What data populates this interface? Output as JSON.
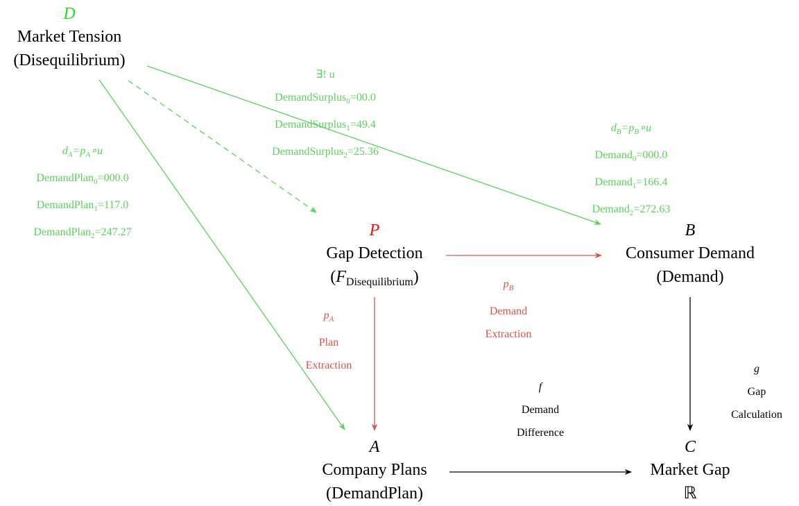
{
  "colors": {
    "green_edge": "#5bd15b",
    "red_edge": "#d9534f",
    "black_edge": "#000000",
    "node_D_symbol": "#22dd22",
    "node_P_symbol": "#ee1111"
  },
  "nodes": {
    "D": {
      "symbol": "D",
      "title": "Market Tension",
      "subtitle": "(Disequilibrium)"
    },
    "P": {
      "symbol": "P",
      "title": "Gap Detection",
      "subtitle_open": "(",
      "subtitle_main": "F",
      "subtitle_sub": "Disequilibrium",
      "subtitle_close": ")"
    },
    "B": {
      "symbol": "B",
      "title": "Consumer Demand",
      "subtitle": "(Demand)"
    },
    "A": {
      "symbol": "A",
      "title": "Company Plans",
      "subtitle": "(DemandPlan)"
    },
    "C": {
      "symbol": "C",
      "title": "Market Gap",
      "subtitle": "ℝ"
    }
  },
  "edges": {
    "u": {
      "from": "D",
      "to": "P",
      "style": "dashed",
      "color": "green",
      "label": {
        "symbol": "∃! u",
        "lines": [
          {
            "name": "DemandSurplus",
            "index": "0",
            "value": "=00.0"
          },
          {
            "name": "DemandSurplus",
            "index": "1",
            "value": "=49.4"
          },
          {
            "name": "DemandSurplus",
            "index": "2",
            "value": "=25.36"
          }
        ]
      }
    },
    "dA": {
      "from": "D",
      "to": "A",
      "style": "solid",
      "color": "green",
      "label": {
        "symbol_main": "d",
        "symbol_sub": "A",
        "symbol_rest": "=p",
        "symbol_sub2": "A",
        "symbol_tail": "∘u",
        "lines": [
          {
            "name": "DemandPlan",
            "index": "0",
            "value": "=000.0"
          },
          {
            "name": "DemandPlan",
            "index": "1",
            "value": "=117.0"
          },
          {
            "name": "DemandPlan",
            "index": "2",
            "value": "=247.27"
          }
        ]
      }
    },
    "dB": {
      "from": "D",
      "to": "B",
      "style": "solid",
      "color": "green",
      "label": {
        "symbol_main": "d",
        "symbol_sub": "B",
        "symbol_rest": "=p",
        "symbol_sub2": "B",
        "symbol_tail": "∘u",
        "lines": [
          {
            "name": "Demand",
            "index": "0",
            "value": "=000.0"
          },
          {
            "name": "Demand",
            "index": "1",
            "value": "=166.4"
          },
          {
            "name": "Demand",
            "index": "2",
            "value": "=272.63"
          }
        ]
      }
    },
    "pA": {
      "from": "P",
      "to": "A",
      "style": "solid",
      "color": "red",
      "label": {
        "symbol_main": "p",
        "symbol_sub": "A",
        "lines": [
          "Plan",
          "Extraction"
        ]
      }
    },
    "pB": {
      "from": "P",
      "to": "B",
      "style": "solid",
      "color": "red",
      "label": {
        "symbol_main": "p",
        "symbol_sub": "B",
        "lines": [
          "Demand",
          "Extraction"
        ]
      }
    },
    "f": {
      "from": "A",
      "to": "C",
      "style": "solid",
      "color": "black",
      "label": {
        "symbol": "f",
        "lines": [
          "Demand",
          "Difference"
        ]
      }
    },
    "g": {
      "from": "B",
      "to": "C",
      "style": "solid",
      "color": "black",
      "label": {
        "symbol": "g",
        "lines": [
          "Gap",
          "Calculation"
        ]
      }
    }
  }
}
